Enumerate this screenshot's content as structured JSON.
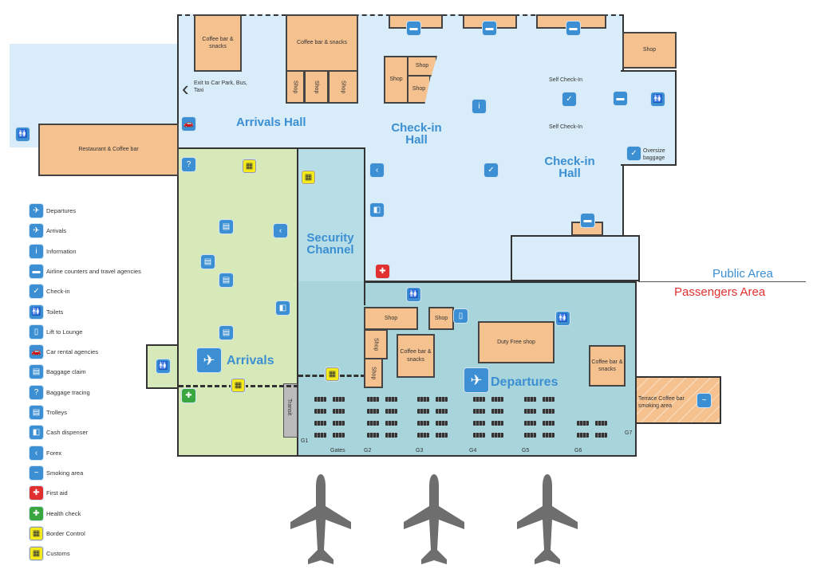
{
  "areas": {
    "arrivals_hall": "Arrivals Hall",
    "checkin_hall_1": "Check-in Hall",
    "checkin_hall_2": "Check-in Hall",
    "security_channel": "Security Channel",
    "arrivals": "Arrivals",
    "departures": "Departures",
    "public_area": "Public Area",
    "passengers_area": "Passengers Area"
  },
  "rooms": {
    "coffee1": "Coffee bar & snacks",
    "coffee2": "Coffee bar & snacks",
    "coffee3": "Coffee bar & snacks",
    "coffee4": "Coffee bar & snacks",
    "restaurant": "Restaurant & Coffee bar",
    "shop": "Shop",
    "duty_free": "Duty Free shop",
    "terrace": "Terrace Coffee bar smoking area",
    "oversize": "Oversize baggage",
    "exit": "Exit to Car Park, Bus, Taxi",
    "self_checkin": "Self Check-In",
    "transit": "Transit"
  },
  "gates": {
    "g1": "G1",
    "gates": "Gates",
    "g2": "G2",
    "g3": "G3",
    "g4": "G4",
    "g5": "G5",
    "g6": "G6",
    "g7": "G7"
  },
  "legend": [
    {
      "icon": "departures",
      "label": "Departures"
    },
    {
      "icon": "arrivals",
      "label": "Arrivals"
    },
    {
      "icon": "information",
      "label": "Information"
    },
    {
      "icon": "airline-counter",
      "label": "Airline counters and travel agencies"
    },
    {
      "icon": "check-in",
      "label": "Check-in"
    },
    {
      "icon": "toilets",
      "label": "Toilets"
    },
    {
      "icon": "lift",
      "label": "Lift to Lounge"
    },
    {
      "icon": "car",
      "label": "Car rental agencies"
    },
    {
      "icon": "baggage-claim",
      "label": "Baggage claim"
    },
    {
      "icon": "baggage-tracing",
      "label": "Baggage tracing"
    },
    {
      "icon": "trolley",
      "label": "Trolleys"
    },
    {
      "icon": "cash",
      "label": "Cash dispenser"
    },
    {
      "icon": "forex",
      "label": "Forex"
    },
    {
      "icon": "smoking",
      "label": "Smoking area"
    },
    {
      "icon": "first-aid",
      "label": "First aid"
    },
    {
      "icon": "health",
      "label": "Health check"
    },
    {
      "icon": "border",
      "label": "Border Control"
    },
    {
      "icon": "customs",
      "label": "Customs"
    }
  ],
  "colors": {
    "public": "#d8ecf9",
    "arrivals": "#d7e9b9",
    "security": "#b7dde6",
    "departures": "#a8d5dc",
    "shop": "#f5c18f",
    "icon": "#3b8fd2",
    "passenger_text": "#e0302f"
  }
}
